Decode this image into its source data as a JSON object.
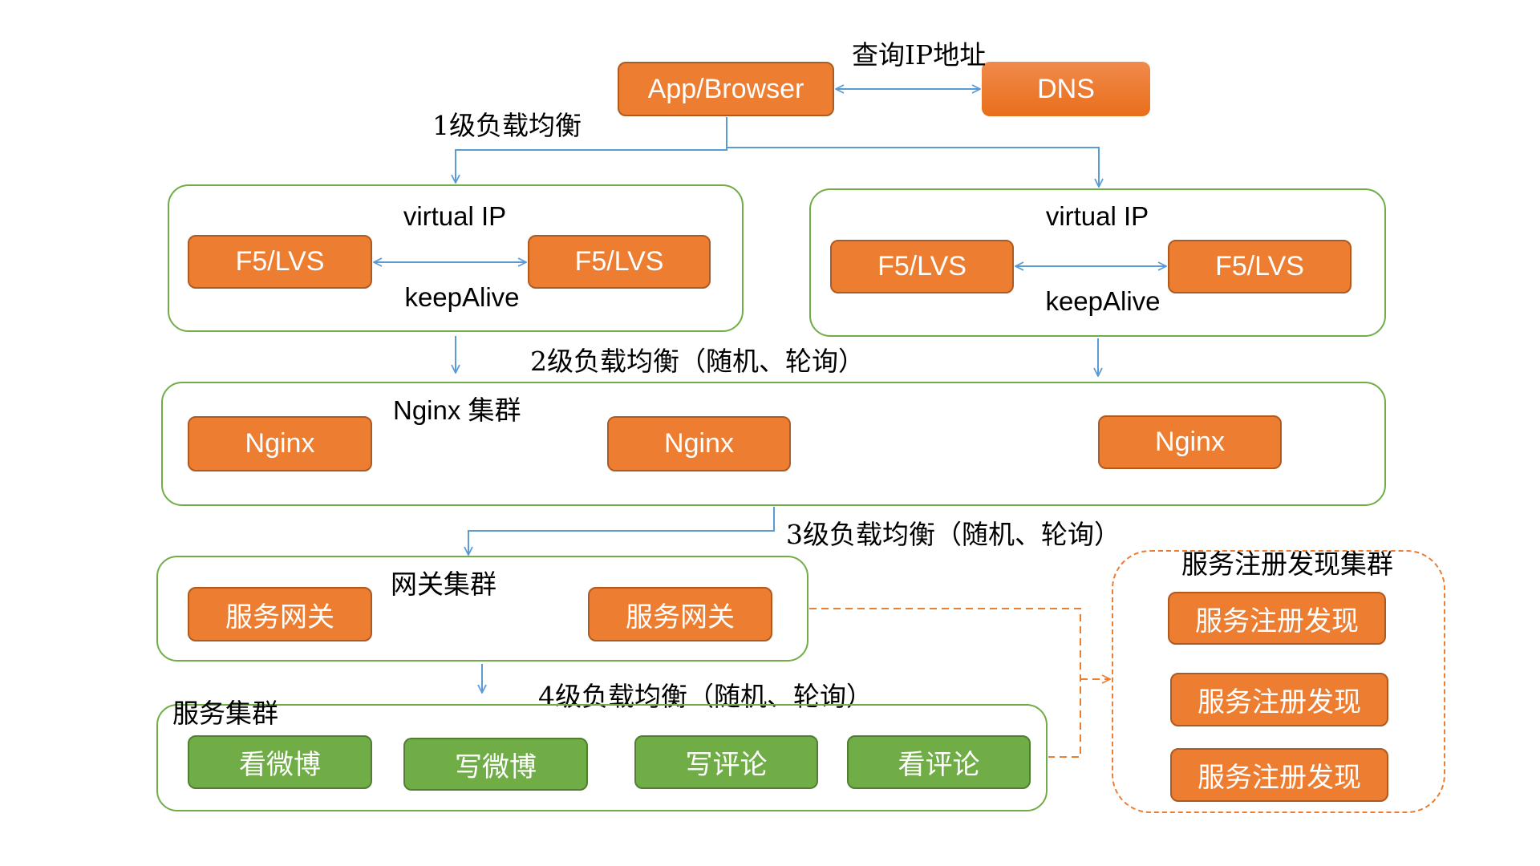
{
  "diagram": {
    "client": {
      "label": "App/Browser"
    },
    "dns": {
      "label": "DNS"
    },
    "dns_query_label": "查询IP地址",
    "levels": {
      "l1": "1级负载均衡",
      "l2": "2级负载均衡（随机、轮询）",
      "l3": "3级负载均衡（随机、轮询）",
      "l4": "4级负载均衡（随机、轮询）"
    },
    "vip_groups": [
      {
        "title": "virtual IP",
        "link_label": "keepAlive",
        "nodes": [
          "F5/LVS",
          "F5/LVS"
        ]
      },
      {
        "title": "virtual IP",
        "link_label": "keepAlive",
        "nodes": [
          "F5/LVS",
          "F5/LVS"
        ]
      }
    ],
    "nginx_cluster": {
      "title": "Nginx 集群",
      "nodes": [
        "Nginx",
        "Nginx",
        "Nginx"
      ]
    },
    "gateway_cluster": {
      "title": "网关集群",
      "nodes": [
        "服务网关",
        "服务网关"
      ]
    },
    "service_cluster": {
      "title": "服务集群",
      "nodes": [
        "看微博",
        "写微博",
        "写评论",
        "看评论"
      ]
    },
    "registry_cluster": {
      "title": "服务注册发现集群",
      "nodes": [
        "服务注册发现",
        "服务注册发现",
        "服务注册发现"
      ]
    },
    "colors": {
      "orange": "#ED7D31",
      "green": "#70AD47",
      "connector_blue": "#5B9BD5",
      "dashed_orange": "#ED7D31"
    }
  }
}
